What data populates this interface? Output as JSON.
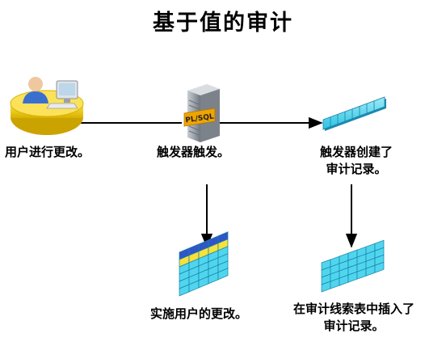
{
  "title": "基于值的审计",
  "steps": {
    "user_change": "用户进行更改。",
    "trigger_fires": "触发器触发。",
    "trigger_creates_line1": "触发器创建了",
    "trigger_creates_line2": "审计记录。",
    "apply_change": "实施用户的更改。",
    "insert_line1": "在审计线索表中插入了",
    "insert_line2": "审计记录。"
  },
  "server": {
    "badge_label": "PL/SQL"
  },
  "colors": {
    "arrow": "#000000",
    "desk_yellow": "#f2d21c",
    "cyan_cell": "#4fd6ee",
    "highlight_row": "#f5e23a",
    "blue_row": "#2f55c8",
    "server_gray": "#9aa0a8",
    "badge_orange": "#f0a400"
  },
  "icons": [
    "user-at-computer-icon",
    "plsql-server-icon",
    "audit-record-strip-icon",
    "data-table-icon",
    "audit-trail-table-icon"
  ]
}
